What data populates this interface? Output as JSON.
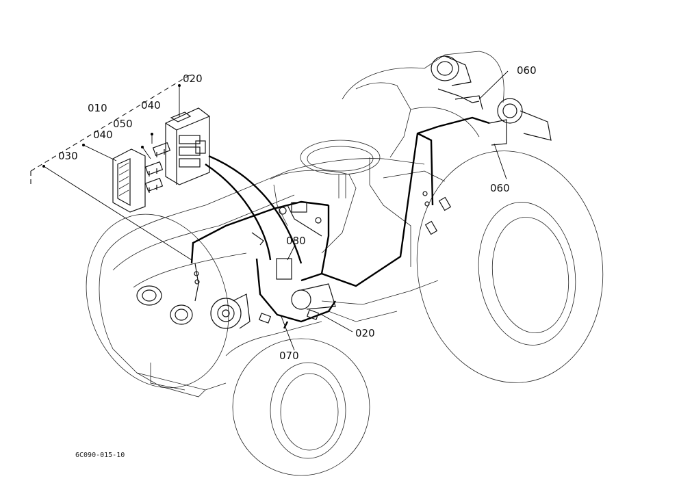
{
  "diagram": {
    "labels": {
      "p010": "010",
      "p020_top": "020",
      "p020_bottom": "020",
      "p030": "030",
      "p040_top": "040",
      "p040_mid": "040",
      "p050": "050",
      "p060_top": "060",
      "p060_bottom": "060",
      "p070": "070",
      "p080": "080"
    },
    "drawing_code": "6C090-015-10",
    "colors": {
      "line": "#000000",
      "background": "#ffffff"
    }
  }
}
